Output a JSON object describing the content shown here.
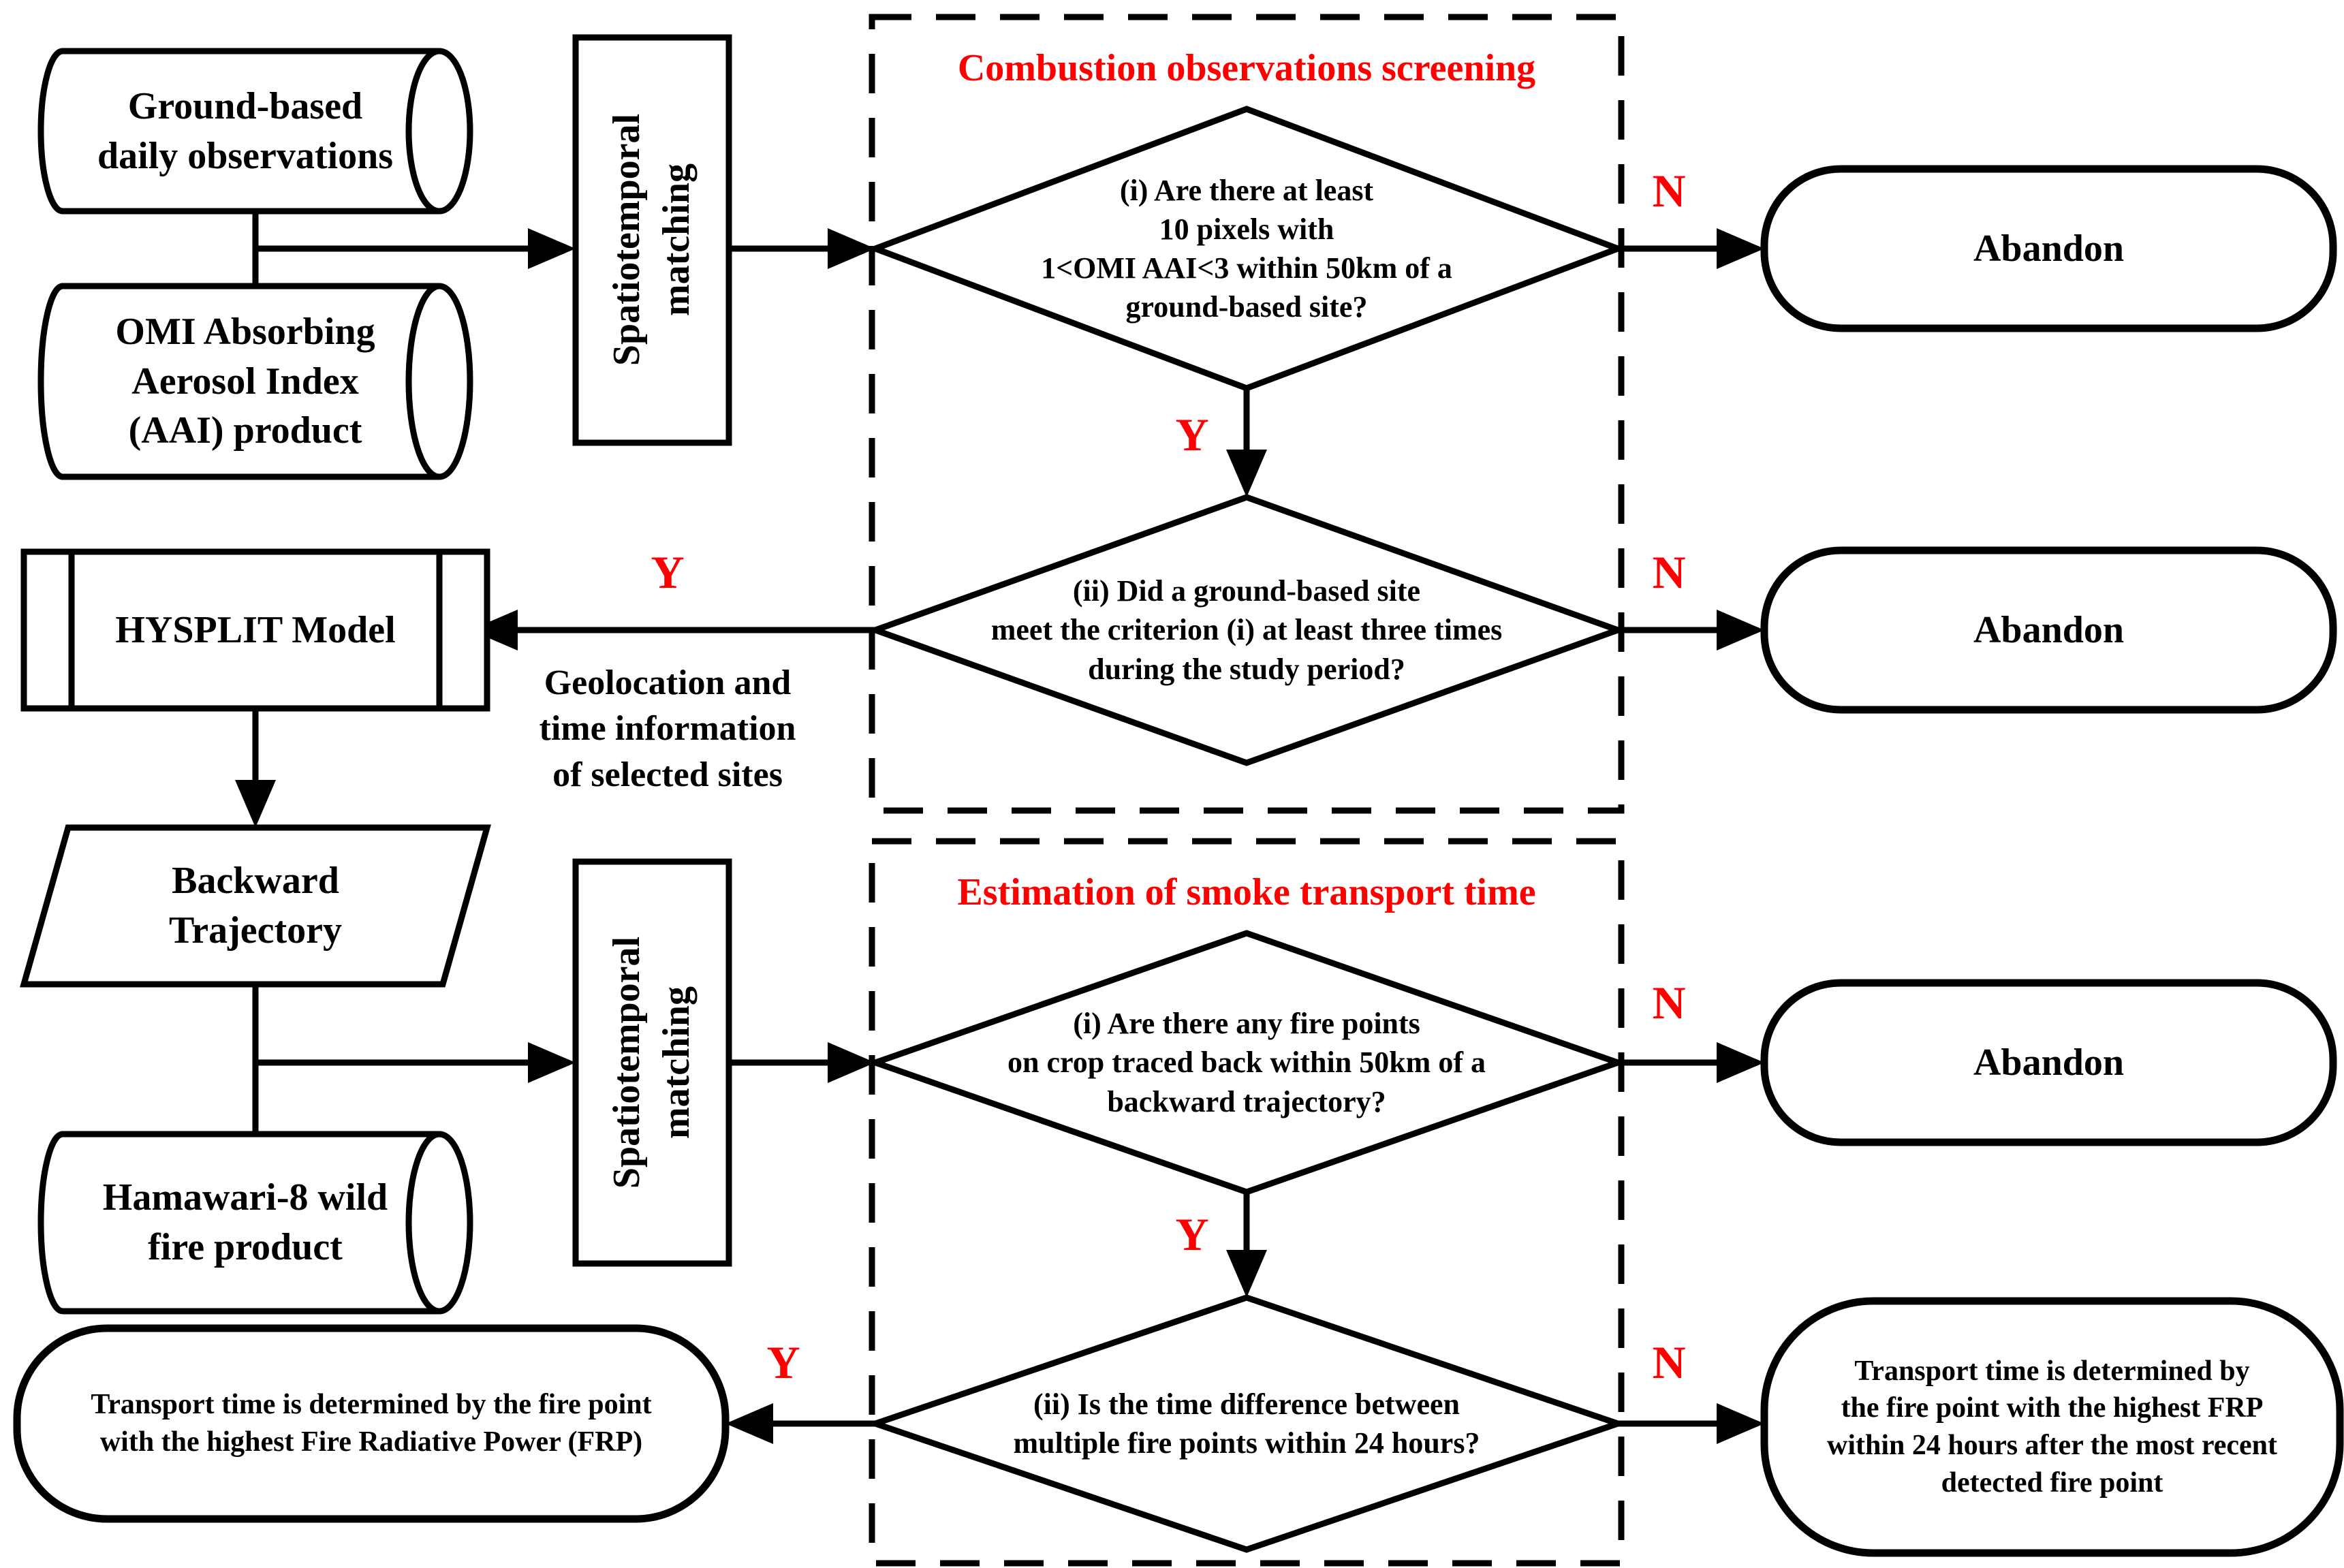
{
  "colors": {
    "accent_red": "#ff0000",
    "line_black": "#000000",
    "background": "#ffffff"
  },
  "sources": {
    "ground_obs": "Ground-based\ndaily observations",
    "omi_aai": "OMI Absorbing\nAerosol Index\n(AAI) product",
    "hamawari": "Hamawari-8 wild\nfire product"
  },
  "process": {
    "spatiotemporal_matching_1": "Spatiotemporal\nmatching",
    "spatiotemporal_matching_2": "Spatiotemporal\nmatching",
    "hysplit_model": "HYSPLIT Model",
    "backward_trajectory": "Backward\nTrajectory"
  },
  "section_combustion": {
    "title": "Combustion observations screening",
    "decision_i": "(i) Are there at least\n10 pixels with\n1<OMI AAI<3 within 50km of a\nground-based site?",
    "decision_ii": "(ii) Did a ground-based site\nmeet the criterion (i) at least three times\nduring the study period?",
    "abandon_i": "Abandon",
    "abandon_ii": "Abandon"
  },
  "section_transport": {
    "title": "Estimation of smoke transport time",
    "decision_i": "(i) Are there any fire points\non crop traced back within 50km of a\nbackward trajectory?",
    "decision_ii": "(ii) Is the time difference between\nmultiple fire points within 24 hours?",
    "abandon_i": "Abandon"
  },
  "edges": {
    "yes_label": "Y",
    "no_label": "N",
    "geolocation_note": "Geolocation and\ntime information\nof selected sites"
  },
  "outcomes": {
    "highest_frp": "Transport time is determined by the fire point\nwith the highest Fire Radiative Power (FRP)",
    "highest_frp_24h": "Transport time is determined by\nthe fire point with the highest FRP\nwithin 24 hours after the most recent\ndetected fire point"
  }
}
